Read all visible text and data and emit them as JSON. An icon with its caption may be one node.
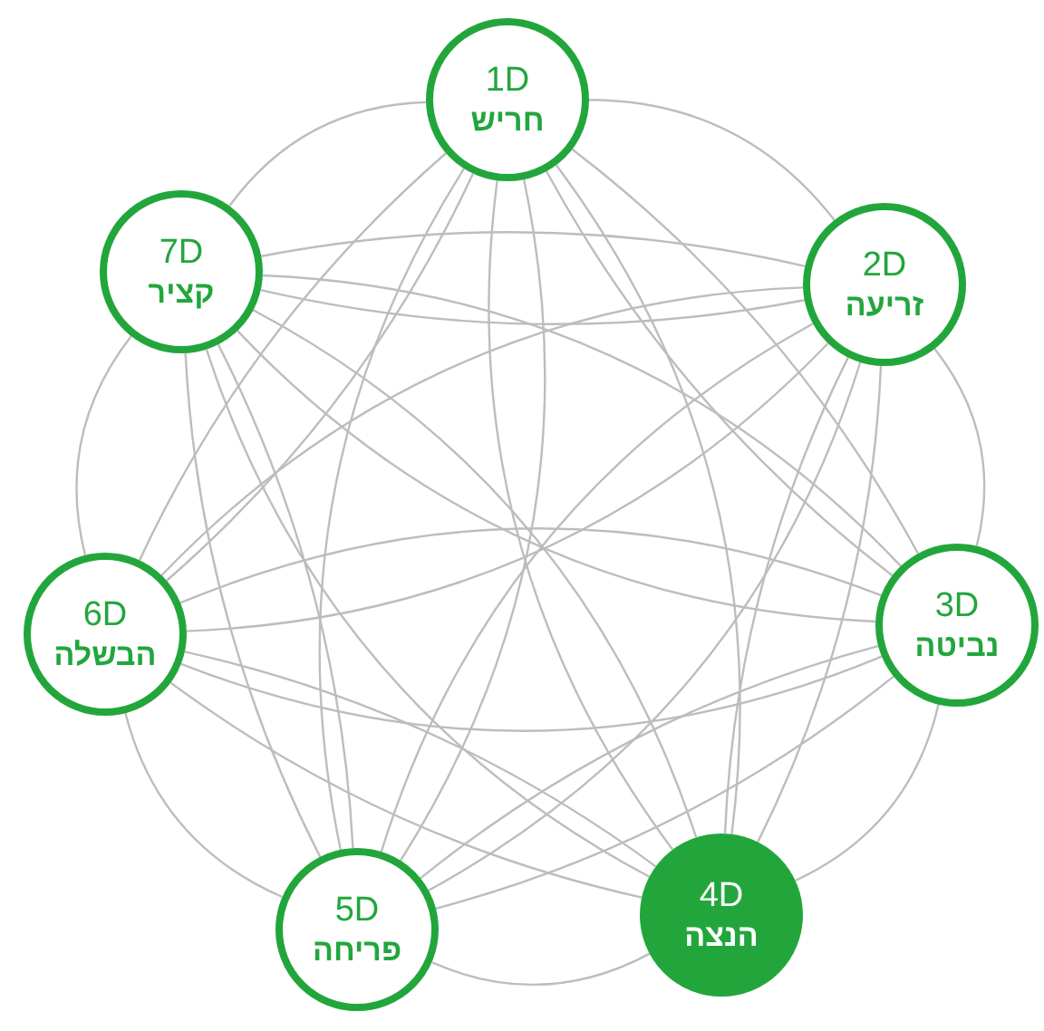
{
  "diagram": {
    "nodes": [
      {
        "text": [
          "1D",
          "חריש"
        ]
      },
      {
        "text": [
          "2D",
          "זריעה"
        ]
      },
      {
        "text": [
          "3D",
          "נביטה"
        ]
      },
      {
        "text": [
          "4D",
          "הנצה"
        ]
      },
      {
        "text": [
          "5D",
          "פריחה"
        ]
      },
      {
        "text": [
          "6D",
          "הבשלה"
        ]
      },
      {
        "text": [
          "7D",
          "קציר"
        ]
      }
    ],
    "edges": [
      {
        "from": 0,
        "to": 1,
        "arrow": "none"
      },
      {
        "from": 1,
        "to": 2,
        "arrow": "none"
      },
      {
        "from": 2,
        "to": 3,
        "arrow": "none"
      },
      {
        "from": 3,
        "to": 4,
        "arrow": "none"
      },
      {
        "from": 4,
        "to": 5,
        "arrow": "none"
      },
      {
        "from": 5,
        "to": 6,
        "arrow": "none"
      },
      {
        "from": 6,
        "to": 0,
        "arrow": "none"
      },
      {
        "from": 0,
        "to": 2,
        "arrow": "none"
      },
      {
        "from": 0,
        "to": 2,
        "arrow": "none"
      },
      {
        "from": 0,
        "to": 3,
        "arrow": "none"
      },
      {
        "from": 0,
        "to": 3,
        "arrow": "none"
      },
      {
        "from": 0,
        "to": 4,
        "arrow": "none"
      },
      {
        "from": 0,
        "to": 4,
        "arrow": "none"
      },
      {
        "from": 0,
        "to": 5,
        "arrow": "none"
      },
      {
        "from": 0,
        "to": 5,
        "arrow": "none"
      },
      {
        "from": 1,
        "to": 3,
        "arrow": "none"
      },
      {
        "from": 1,
        "to": 3,
        "arrow": "none"
      },
      {
        "from": 1,
        "to": 4,
        "arrow": "none"
      },
      {
        "from": 1,
        "to": 4,
        "arrow": "none"
      },
      {
        "from": 1,
        "to": 5,
        "arrow": "none"
      },
      {
        "from": 1,
        "to": 5,
        "arrow": "none"
      },
      {
        "from": 1,
        "to": 6,
        "arrow": "none"
      },
      {
        "from": 1,
        "to": 6,
        "arrow": "none"
      },
      {
        "from": 2,
        "to": 4,
        "arrow": "none"
      },
      {
        "from": 2,
        "to": 4,
        "arrow": "none"
      },
      {
        "from": 2,
        "to": 5,
        "arrow": "none"
      },
      {
        "from": 2,
        "to": 5,
        "arrow": "none"
      },
      {
        "from": 2,
        "to": 6,
        "arrow": "none"
      },
      {
        "from": 2,
        "to": 6,
        "arrow": "none"
      },
      {
        "from": 3,
        "to": 5,
        "arrow": "none"
      },
      {
        "from": 3,
        "to": 5,
        "arrow": "none"
      },
      {
        "from": 3,
        "to": 6,
        "arrow": "none"
      },
      {
        "from": 3,
        "to": 6,
        "arrow": "none"
      },
      {
        "from": 4,
        "to": 6,
        "arrow": "none"
      },
      {
        "from": 4,
        "to": 6,
        "arrow": "none"
      }
    ]
  }
}
